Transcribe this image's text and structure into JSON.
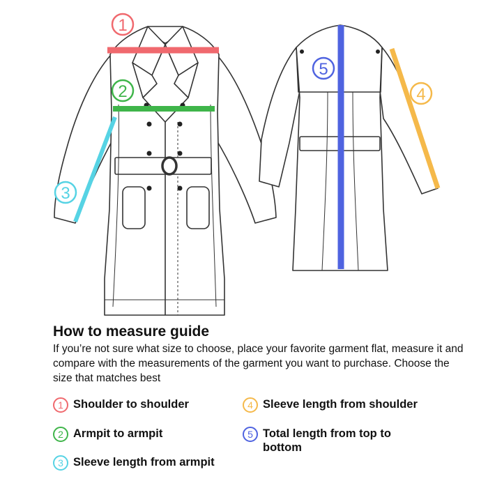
{
  "guide": {
    "title": "How to measure guide",
    "description": "If you’re not sure what size to choose, place your favorite garment flat, measure it and compare with the measurements of the garment you want to purchase. Choose the size that matches best"
  },
  "markers": [
    {
      "number": "1",
      "color": "#f0696e"
    },
    {
      "number": "2",
      "color": "#3fb54a"
    },
    {
      "number": "3",
      "color": "#56d3e4"
    },
    {
      "number": "4",
      "color": "#f5b94a"
    },
    {
      "number": "5",
      "color": "#4f63e0"
    }
  ],
  "legend": [
    {
      "number": "1",
      "label": "Shoulder to shoulder",
      "color": "#f0696e"
    },
    {
      "number": "2",
      "label": "Armpit to armpit",
      "color": "#3fb54a"
    },
    {
      "number": "3",
      "label": "Sleeve length from armpit",
      "color": "#56d3e4"
    },
    {
      "number": "4",
      "label": "Sleeve length from shoulder",
      "color": "#f5b94a"
    },
    {
      "number": "5",
      "label": "Total length from top to bottom",
      "color": "#4f63e0"
    }
  ]
}
